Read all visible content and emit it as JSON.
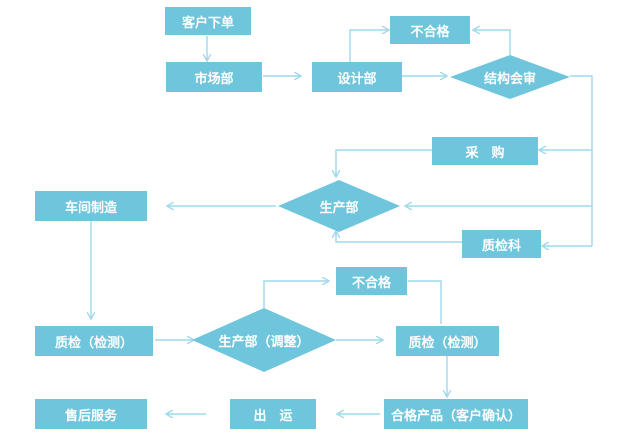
{
  "nodes": {
    "order": "客户下单",
    "market": "市场部",
    "design": "设计部",
    "reject_top": "不合格",
    "review": "结构会审",
    "purchase": "采　购",
    "workshop": "车间制造",
    "production": "生产部",
    "qc_dept": "质检科",
    "reject_mid": "不合格",
    "qc_left": "质检（检测）",
    "production_adjust": "生产部（调整）",
    "qc_right": "质检（检测）",
    "qualified": "合格产品（客户确认）",
    "shipping": "出　运",
    "after_sales": "售后服务"
  },
  "colors": {
    "box": "#6fc5dc",
    "box_text": "#ffffff",
    "connector": "#9fd9ea"
  }
}
